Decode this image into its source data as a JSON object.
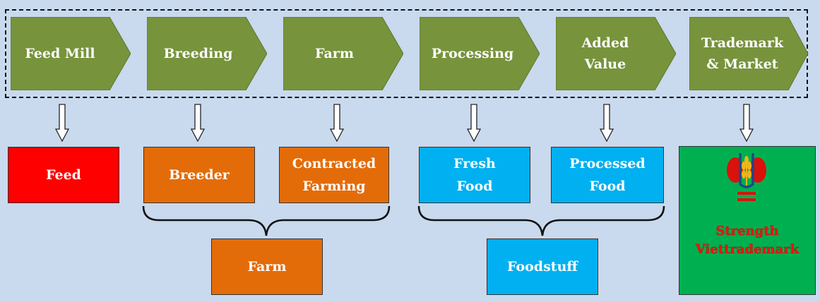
{
  "stages": [
    {
      "label": "Feed Mill"
    },
    {
      "label": "Breeding"
    },
    {
      "label": "Farm"
    },
    {
      "label": "Processing"
    },
    {
      "label": "Added\nValue"
    },
    {
      "label": "Trademark\n& Market"
    }
  ],
  "outputs": {
    "feed": "Feed",
    "breeder": "Breeder",
    "contracted_farming": "Contracted\nFarming",
    "fresh_food": "Fresh\nFood",
    "processed_food": "Processed\nFood",
    "brand": "Strength\nViettrademark"
  },
  "groups": {
    "farm": "Farm",
    "foodstuff": "Foodstuff"
  },
  "colors": {
    "stage_fill": "#77933c",
    "feed": "#ff0000",
    "farm_group": "#e36c09",
    "food_group": "#00b0f0",
    "brand_box": "#00b050",
    "brand_text": "#e8160c",
    "background": "#c9d9ee"
  }
}
